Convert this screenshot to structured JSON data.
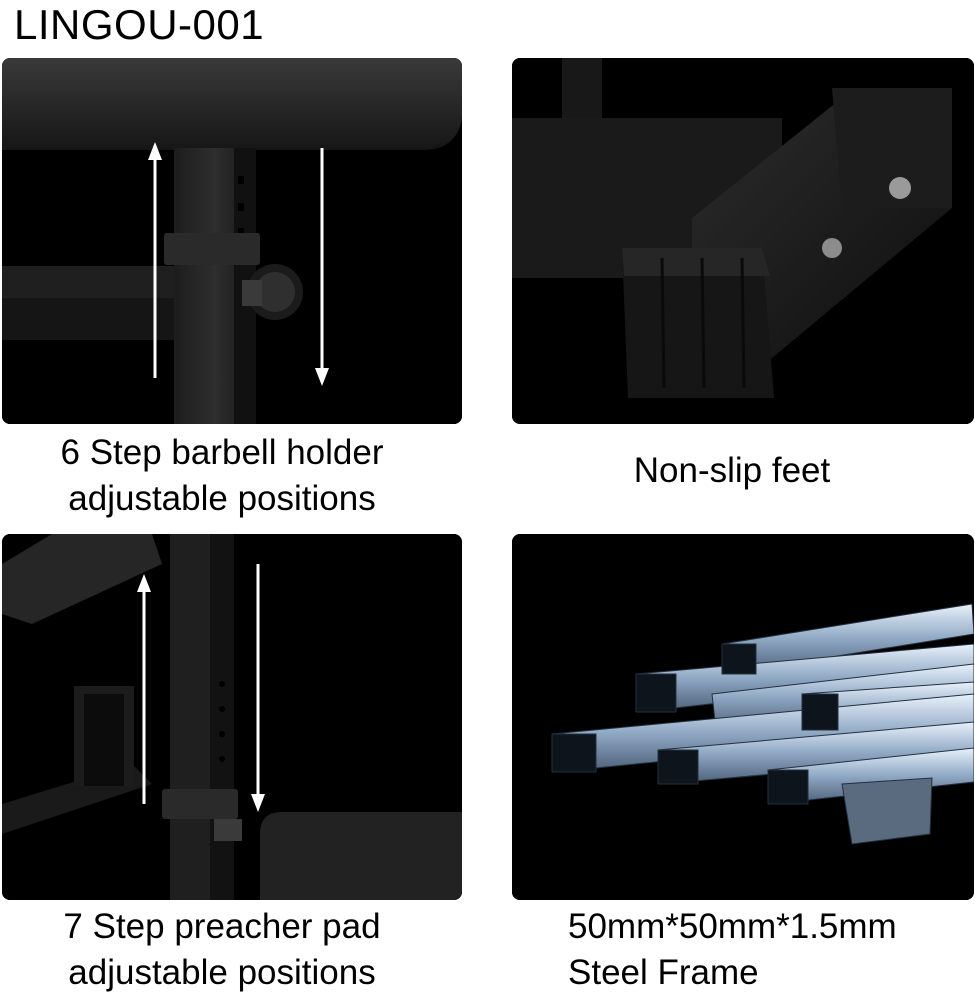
{
  "header": {
    "model": "LINGOU-001"
  },
  "panels": [
    {
      "caption_line1": "6 Step barbell holder",
      "caption_line2": "adjustable positions"
    },
    {
      "caption_line1": "Non-slip feet"
    },
    {
      "caption_line1": "7 Step preacher pad",
      "caption_line2": "adjustable positions"
    },
    {
      "caption_line1": "50mm*50mm*1.5mm",
      "caption_line2": "Steel Frame"
    }
  ]
}
